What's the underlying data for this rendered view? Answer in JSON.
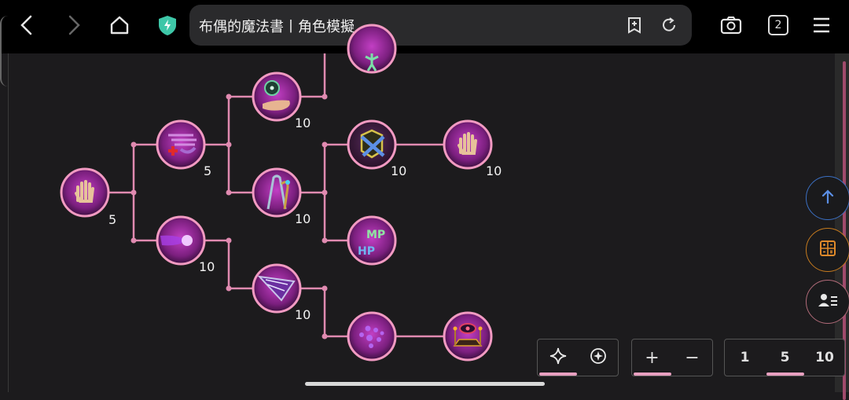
{
  "browser": {
    "title": "布偶的魔法書丨角色模擬",
    "tab_count": "2",
    "icons": [
      "back-icon",
      "forward-icon",
      "home-icon",
      "shield-icon",
      "bookmark-add-icon",
      "reload-icon",
      "camera-icon",
      "tabs-icon",
      "menu-icon"
    ]
  },
  "skill_tree": {
    "nodes": [
      {
        "id": "n_root",
        "label": "5",
        "icon": "hand-icon"
      },
      {
        "id": "n_heal",
        "label": "5",
        "icon": "healing-hand-icon"
      },
      {
        "id": "n_orb",
        "label": "10",
        "icon": "energy-orb-icon"
      },
      {
        "id": "n_cast",
        "label": "10",
        "icon": "casting-hand-icon"
      },
      {
        "id": "n_staff",
        "label": "10",
        "icon": "staff-icon"
      },
      {
        "id": "n_top",
        "label": "",
        "icon": "figure-icon"
      },
      {
        "id": "n_cross",
        "label": "10",
        "icon": "cross-shield-icon"
      },
      {
        "id": "n_hand2",
        "label": "10",
        "icon": "raised-hand-icon"
      },
      {
        "id": "n_mphp",
        "label": "",
        "icon": "mp-hp-icon",
        "text1": "MP",
        "text2": "HP"
      },
      {
        "id": "n_ray",
        "label": "10",
        "icon": "ray-icon"
      },
      {
        "id": "n_dots",
        "label": "",
        "icon": "spray-icon"
      },
      {
        "id": "n_eye",
        "label": "",
        "icon": "eye-altar-icon"
      }
    ]
  },
  "controls": {
    "mode_group": [
      "sparkle-icon",
      "compass-icon"
    ],
    "plus": "+",
    "minus": "−",
    "steps": [
      "1",
      "5",
      "10"
    ]
  }
}
